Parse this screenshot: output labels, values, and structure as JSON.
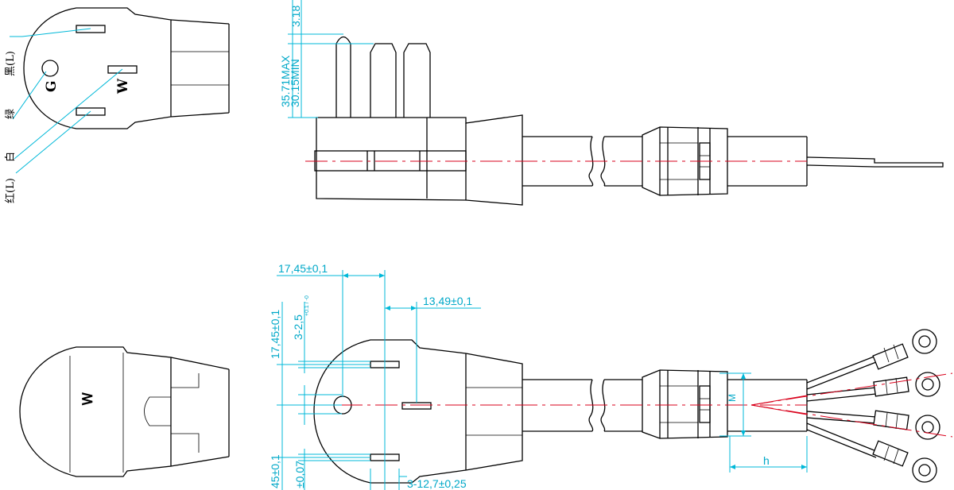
{
  "wire_labels": {
    "black_l": "黑(L)",
    "green": "绿",
    "white": "白",
    "red_l": "红(L)"
  },
  "terminal_marks": {
    "ground": "G",
    "neutral": "W"
  },
  "logo_mark": "Ꮃ",
  "dimensions": {
    "top_pin_extra": "3.18",
    "pin_height_max": "35.71MAX",
    "pin_height_min": "30.15MIN",
    "horizontal_a": "17,45±0,1",
    "horizontal_b": "13,49±0,1",
    "vertical_a": "17,45±0,1",
    "slot_width": "3-2,5",
    "slot_width_tol": "+0.1 / -0",
    "vertical_b": "45±0,1",
    "vertical_tol": "±0,07",
    "pin_length": "3-12,7±0,25",
    "strip_width": "M",
    "strip_length": "h"
  }
}
